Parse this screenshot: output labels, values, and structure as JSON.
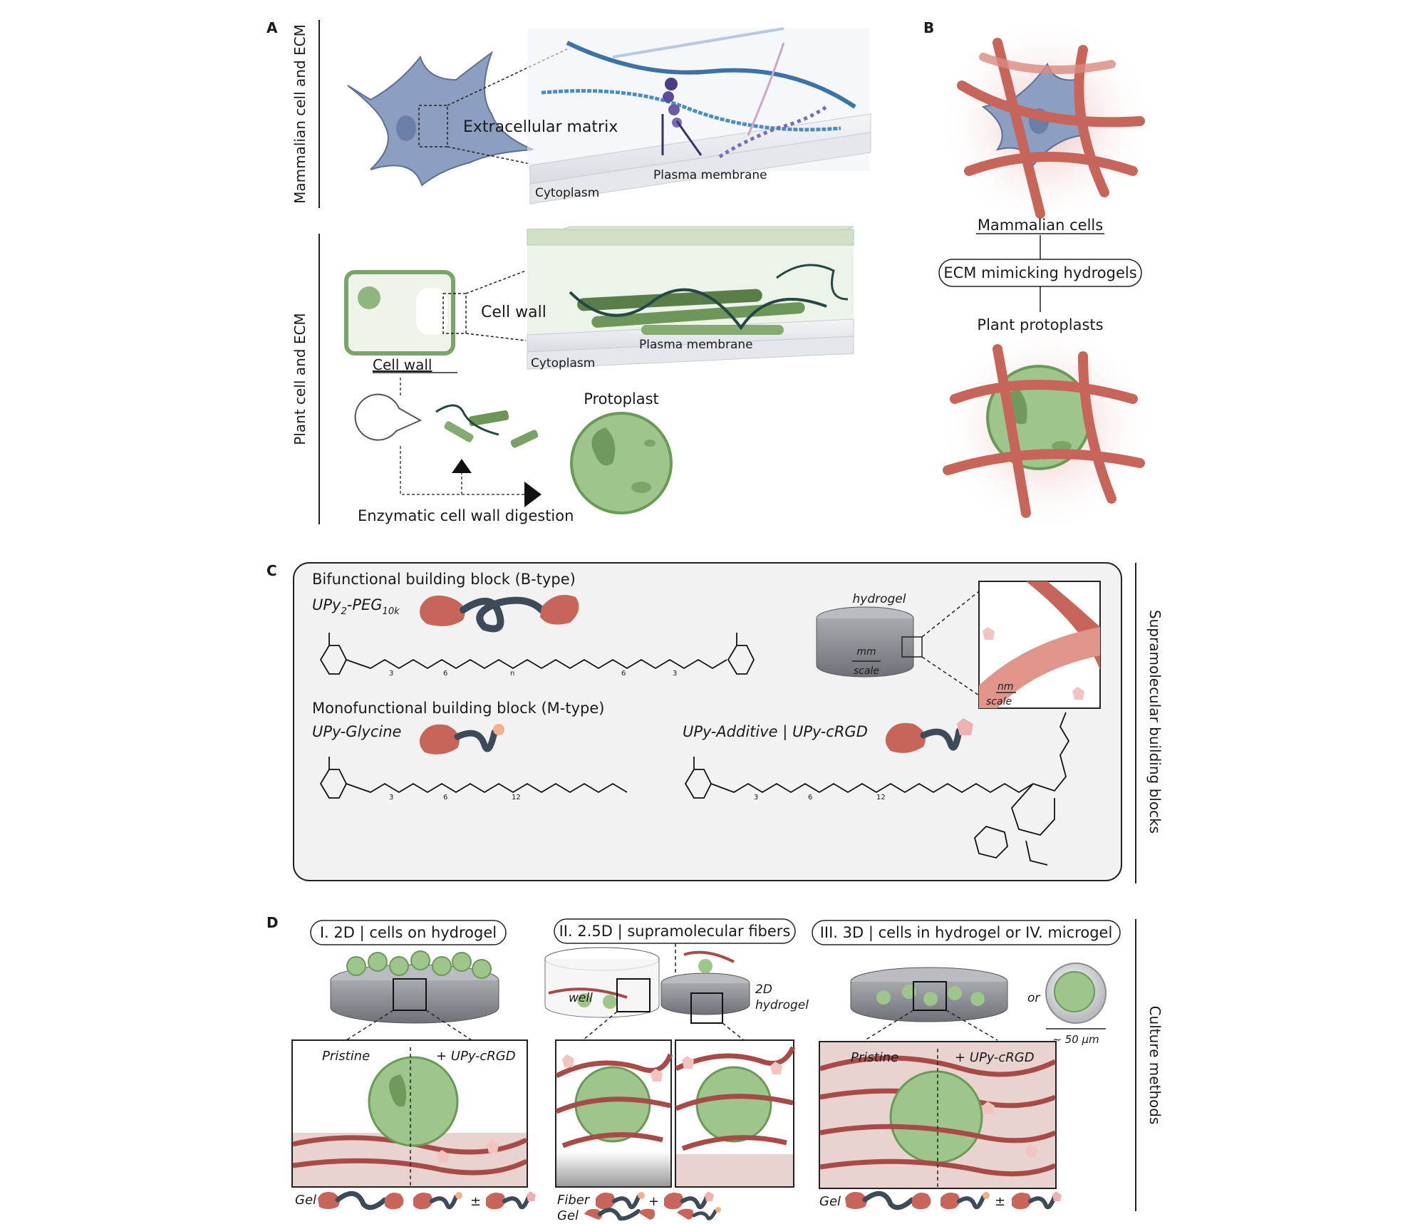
{
  "panels": {
    "A": {
      "letter": "A",
      "side_top": "Mammalian cell and ECM",
      "side_bottom": "Plant cell and ECM",
      "ecm": "Extracellular matrix",
      "plasma_top": "Plasma membrane",
      "cyto_top": "Cytoplasm",
      "cell_wall_inset": "Cell wall",
      "plasma_bottom": "Plasma membrane",
      "cyto_bottom": "Cytoplasm",
      "cell_wall_label": "Cell wall",
      "protoplast": "Protoplast",
      "digestion": "Enzymatic cell wall digestion"
    },
    "B": {
      "letter": "B",
      "mammalian": "Mammalian cells",
      "ecm_hydrogels": "ECM mimicking hydrogels",
      "plant": "Plant protoplasts"
    },
    "C": {
      "letter": "C",
      "side": "Supramolecular  building blocks",
      "bifunctional": "Bifunctional building block (B-type)",
      "upy2": "UPy",
      "upy2_sub": "2",
      "peg": "-PEG",
      "peg_sub": "10k",
      "monofunctional": "Monofunctional building block (M-type)",
      "glycine": "UPy-Glycine",
      "additive": "UPy-Additive | UPy-cRGD",
      "hydrogel": "hydrogel",
      "mm": "mm",
      "scale": "scale",
      "nm": "nm",
      "nm_scale": "scale",
      "subs": {
        "three": "3",
        "six": "6",
        "n": "n",
        "twelve": "12"
      }
    },
    "D": {
      "letter": "D",
      "side": "Culture methods",
      "title1": "I. 2D | cells on hydrogel",
      "title2": "II. 2.5D | supramolecular fibers",
      "title3": "III. 3D | cells in hydrogel or IV. microgel",
      "pristine1": "Pristine",
      "crgd1": "+ UPy-cRGD",
      "well": "well",
      "hydrogel2d_1": "2D",
      "hydrogel2d_2": "hydrogel",
      "or": "or",
      "size": "~ 50 μm",
      "pristine3": "Pristine",
      "crgd3": "+ UPy-cRGD",
      "gel1": "Gel",
      "pm1": "±",
      "fiber": "Fiber",
      "plus": "+",
      "gel2": "Gel",
      "gel3": "Gel",
      "pm3": "±"
    }
  },
  "colors": {
    "fiber": "#c8655a",
    "cell_green": "#9dc58c",
    "cell_dark_green": "#5e8f4c",
    "mammalian": "#8d9fc0",
    "gel_grey": "#8a8d93",
    "peg_blue": "#3c4a5a"
  }
}
